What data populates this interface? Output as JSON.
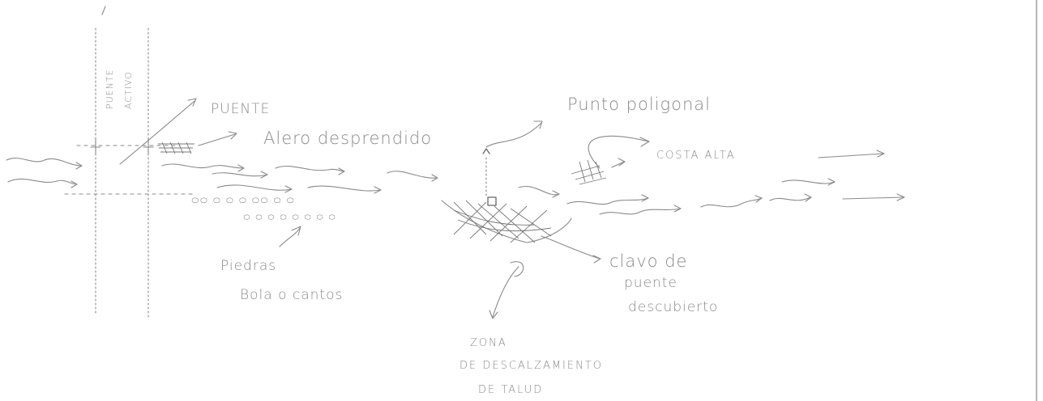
{
  "labels": {
    "puente": "PUENTE",
    "alero": "Alero desprendido",
    "punto_poligonal": "Punto poligonal",
    "costa_alta": "COSTA ALTA",
    "piedras_line1": "Piedras",
    "piedras_line2": "Bola o cantos",
    "clavo_line1": "clavo de",
    "clavo_line2": "puente",
    "clavo_line3": "descubierto",
    "zona_line1": "ZONA",
    "zona_line2": "DE DESCALZAMIENTO",
    "zona_line3": "DE TALUD",
    "vertical_col1": "PUENTE",
    "vertical_col2": "ACTIVO"
  }
}
